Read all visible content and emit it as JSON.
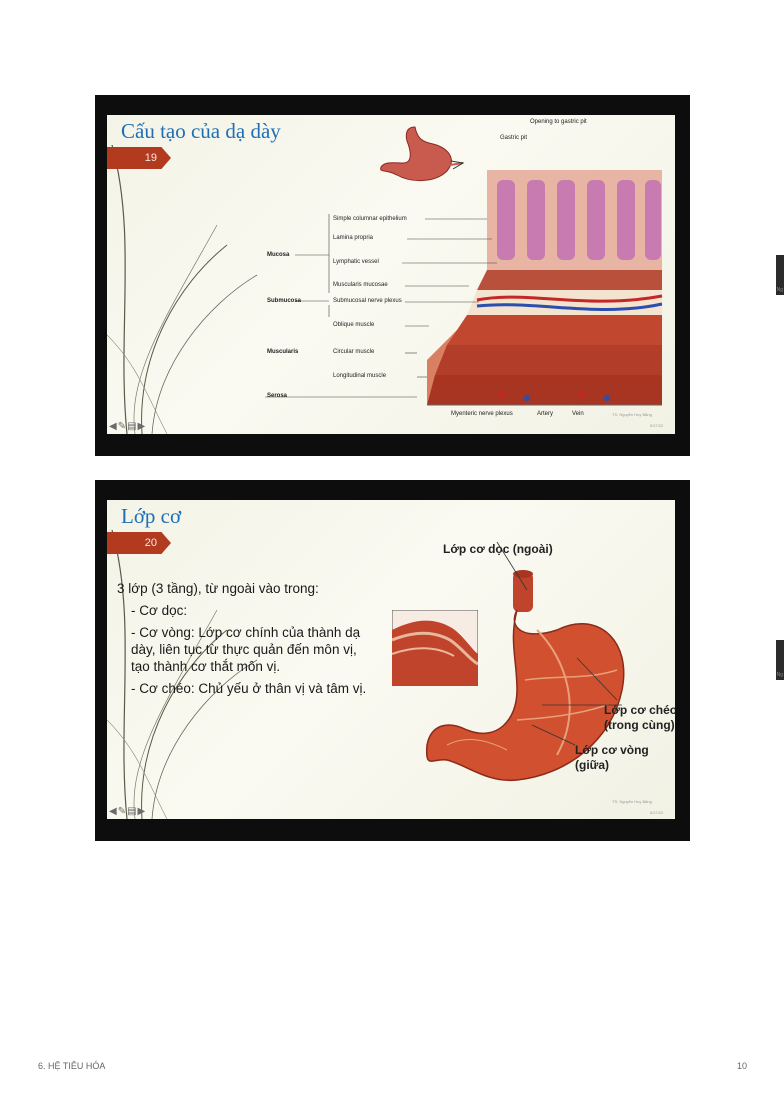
{
  "slide1": {
    "title": "Cấu tạo của dạ dày",
    "number": "19",
    "top_labels": {
      "opening": "Opening to gastric pit",
      "pit": "Gastric pit"
    },
    "layers": [
      "Simple columnar epithelium",
      "Lamina propria",
      "Lymphatic vessel",
      "Muscularis mucosae",
      "Submucosal nerve plexus",
      "Oblique muscle",
      "Circular muscle",
      "Longitudinal muscle"
    ],
    "groups": [
      "Mucosa",
      "Submucosa",
      "Muscularis",
      "Serosa"
    ],
    "bottom_labels": [
      "Myenteric nerve plexus",
      "Artery",
      "Vein"
    ],
    "credit": "TS. Nguyễn Huy Bằng",
    "date": "5/17/22",
    "side_text": "Ng"
  },
  "slide2": {
    "title": "Lớp cơ",
    "number": "20",
    "bullets": [
      "3 lớp (3 tầng), từ ngoài vào trong:",
      "- Cơ dọc:",
      "- Cơ vòng: Lớp cơ chính của thành dạ dày, liên tục từ thực quản đến môn vị, tạo thành cơ thắt môn vị.",
      "- Cơ chéo: Chủ yếu ở thân vị và tâm vị."
    ],
    "labels": {
      "longitudinal": "Lớp cơ dọc (ngoài)",
      "oblique_1": "Lớp cơ chéo",
      "oblique_2": "(trong cùng)",
      "circular_1": "Lớp cơ vòng",
      "circular_2": "(giữa)"
    },
    "credit": "TS. Nguyễn Huy Bằng",
    "date": "5/17/22",
    "side_text": "Ng"
  },
  "footer": {
    "chapter": "6. HỆ TIÊU HÓA",
    "page": "10"
  }
}
